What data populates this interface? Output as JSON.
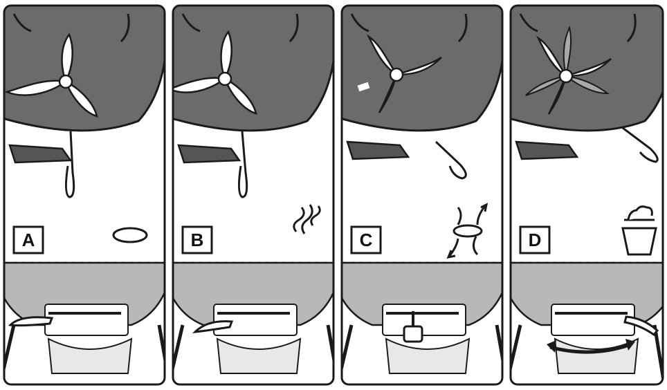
{
  "panels": [
    {
      "letter": "A",
      "symbol": "closed-oval-icon",
      "setting": "closed"
    },
    {
      "letter": "B",
      "symbol": "smoke-waves-icon",
      "setting": "smoke"
    },
    {
      "letter": "C",
      "symbol": "airflow-arrows-icon",
      "setting": "open"
    },
    {
      "letter": "D",
      "symbol": "ash-bucket-icon",
      "setting": "clean"
    }
  ],
  "colors": {
    "lid": "#6b6b6b",
    "bowl": "#b8b8b8",
    "outline": "#1a1a1a",
    "divider": "#333333"
  }
}
